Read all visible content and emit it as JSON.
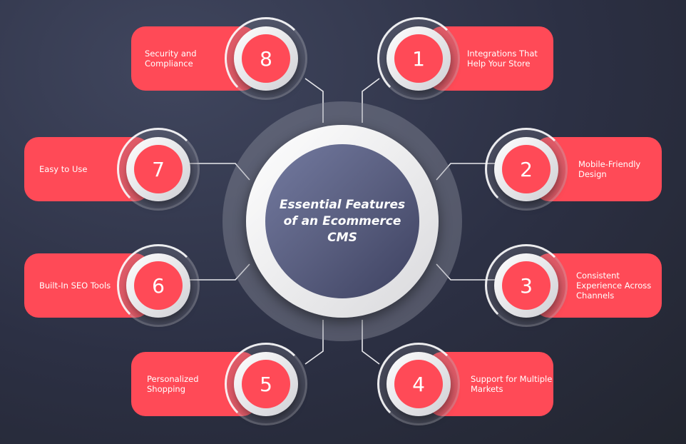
{
  "title": "Essential Features of an Ecommerce CMS",
  "colors": {
    "accent": "#ff4a57",
    "background": "#2c3044",
    "center": "#5a5f80"
  },
  "features": [
    {
      "number": "1",
      "label": "Integrations That Help Your Store"
    },
    {
      "number": "2",
      "label": "Mobile-Friendly Design"
    },
    {
      "number": "3",
      "label": "Consistent Experience Across Channels"
    },
    {
      "number": "4",
      "label": "Support for Multiple Markets"
    },
    {
      "number": "5",
      "label": "Personalized Shopping"
    },
    {
      "number": "6",
      "label": "Built-In SEO Tools"
    },
    {
      "number": "7",
      "label": "Easy to Use"
    },
    {
      "number": "8",
      "label": "Security and Compliance"
    }
  ]
}
